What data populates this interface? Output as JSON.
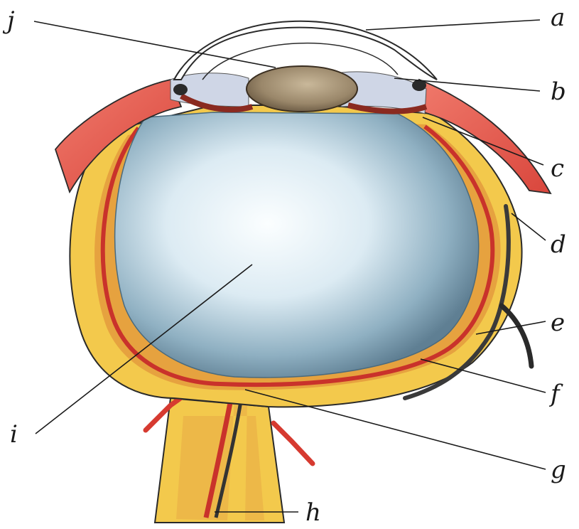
{
  "diagram": {
    "labels": {
      "a": "a",
      "b": "b",
      "c": "c",
      "d": "d",
      "e": "e",
      "f": "f",
      "g": "g",
      "h": "h",
      "i": "i",
      "j": "j"
    },
    "colors": {
      "sclera": "#f3c94c",
      "choroid": "#c9322b",
      "retina": "#e39b3c",
      "vitreous_light": "#f4fbff",
      "vitreous_dark": "#5f7f93",
      "muscle": "#e05a4f",
      "lens": "#a08c6a",
      "cornea": "#ffffff",
      "outline": "#2a2a2a"
    }
  }
}
